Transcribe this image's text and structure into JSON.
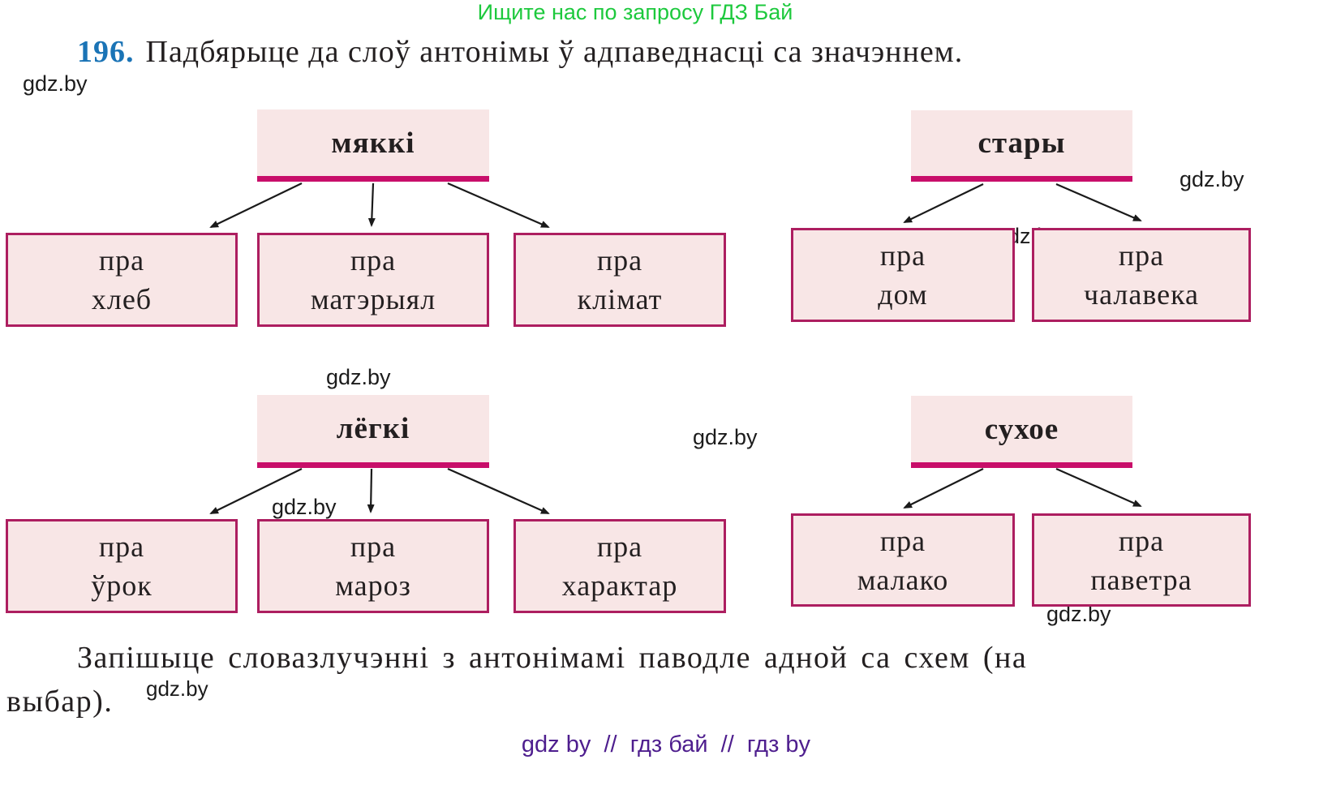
{
  "page": {
    "promo_banner": "Ищите нас по запросу ГДЗ Бай",
    "exercise_number": "196.",
    "task_text": "Падбярыце да слоў антонімы ў адпаведнасці са значэннем.",
    "instruction_line1": "Запішыце словазлучэнні з антонімамі паводле адной са схем (на",
    "instruction_line2": "выбар).",
    "footer": "gdz by  //  гдз бай  //  гдз by",
    "watermark": "gdz.by"
  },
  "diagrams": [
    {
      "header": "мяккі",
      "children": [
        {
          "lines": [
            "пра",
            "хлеб"
          ]
        },
        {
          "lines": [
            "пра",
            "матэрыял"
          ]
        },
        {
          "lines": [
            "пра",
            "клімат"
          ]
        }
      ]
    },
    {
      "header": "стары",
      "children": [
        {
          "lines": [
            "пра",
            "дом"
          ]
        },
        {
          "lines": [
            "пра",
            "чалавека"
          ]
        }
      ]
    },
    {
      "header": "лёгкі",
      "children": [
        {
          "lines": [
            "пра",
            "ўрок"
          ]
        },
        {
          "lines": [
            "пра",
            "мароз"
          ]
        },
        {
          "lines": [
            "пра",
            "характар"
          ]
        }
      ]
    },
    {
      "header": "сухое",
      "children": [
        {
          "lines": [
            "пра",
            "малако"
          ]
        },
        {
          "lines": [
            "пра",
            "паветра"
          ]
        }
      ]
    }
  ],
  "colors": {
    "box_fill": "#f8e6e6",
    "box_border": "#ad1e60",
    "header_underline": "#c80e6a",
    "promo_green": "#1dc93d",
    "exercise_blue": "#1b74b6",
    "footer_purple": "#4e1e8e",
    "text": "#231f20",
    "arrow": "#1a1a1a"
  }
}
